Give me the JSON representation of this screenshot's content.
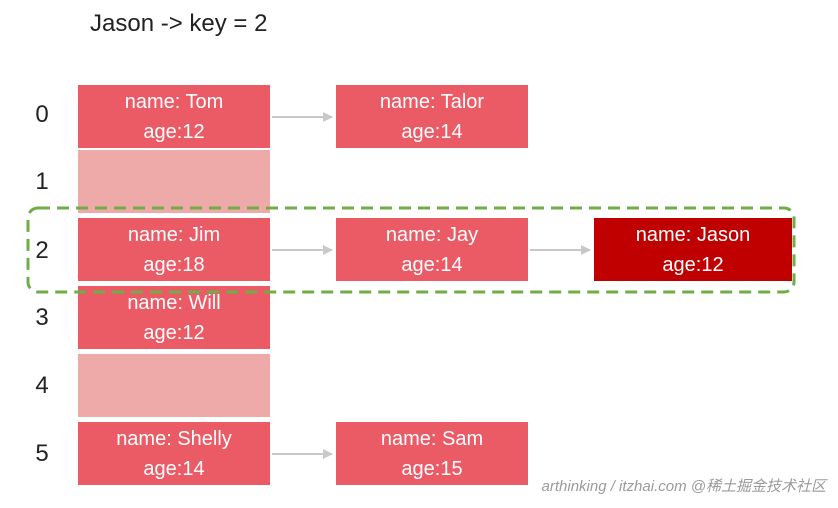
{
  "title": "Jason -> key = 2",
  "rows": [
    {
      "index": "0",
      "bucket": {
        "name": "name: Tom",
        "age": "age:12"
      },
      "chain": [
        {
          "name": "name: Talor",
          "age": "age:14"
        }
      ]
    },
    {
      "index": "1",
      "bucket": null,
      "chain": []
    },
    {
      "index": "2",
      "bucket": {
        "name": "name: Jim",
        "age": "age:18"
      },
      "chain": [
        {
          "name": "name: Jay",
          "age": "age:14"
        },
        {
          "name": "name: Jason",
          "age": "age:12"
        }
      ]
    },
    {
      "index": "3",
      "bucket": {
        "name": "name: Will",
        "age": "age:12"
      },
      "chain": []
    },
    {
      "index": "4",
      "bucket": null,
      "chain": []
    },
    {
      "index": "5",
      "bucket": {
        "name": "name: Shelly",
        "age": "age:14"
      },
      "chain": [
        {
          "name": "name: Sam",
          "age": "age:15"
        }
      ]
    }
  ],
  "highlight": {
    "row_index": "2",
    "style": "dashed"
  },
  "watermark": "@稀土掘金技术社区",
  "watermark_prefix": "arthinking / itzhai.com",
  "colors": {
    "node": "#ea5b66",
    "empty_bucket": "#eeaaa9",
    "target_node": "#c00000",
    "arrow": "#c8c8c8",
    "highlight_border": "#70ad47"
  }
}
